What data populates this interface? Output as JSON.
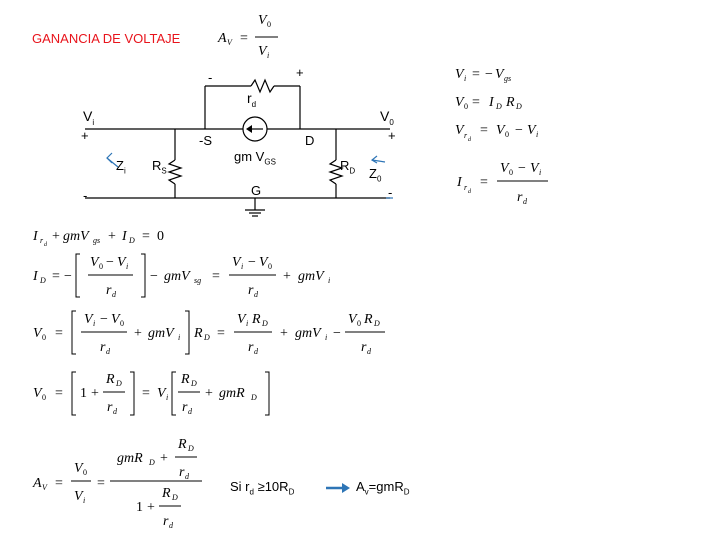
{
  "title": "GANANCIA DE VOLTAJE",
  "circuit": {
    "minus_top": "-",
    "plus_top": "+",
    "rd": "r",
    "rd_sub": "d",
    "vi": "V",
    "vi_sub": "i",
    "v0": "V",
    "v0_sub": "0",
    "plus_left": "+",
    "plus_right": "+",
    "source_s": "-S",
    "source_label": "gm V",
    "source_sub": "GS",
    "drain": "D",
    "zi": "Z",
    "zi_sub": "i",
    "rs": "R",
    "rs_sub": "S",
    "rdd": "R",
    "rdd_sub": "D",
    "z0": "Z",
    "z0_sub": "0",
    "gate": "G",
    "minus_left": "-",
    "minus_right": "-"
  },
  "note": {
    "si": "Si r",
    "si_sub": "d",
    "cond": " ≥10R",
    "cond_sub": "D",
    "av": "A",
    "av_sub": "v",
    "result": "=gmR",
    "result_sub": "D"
  },
  "colors": {
    "title": "#e8141c",
    "arrow": "#2e75b6",
    "wire": "#000000"
  }
}
